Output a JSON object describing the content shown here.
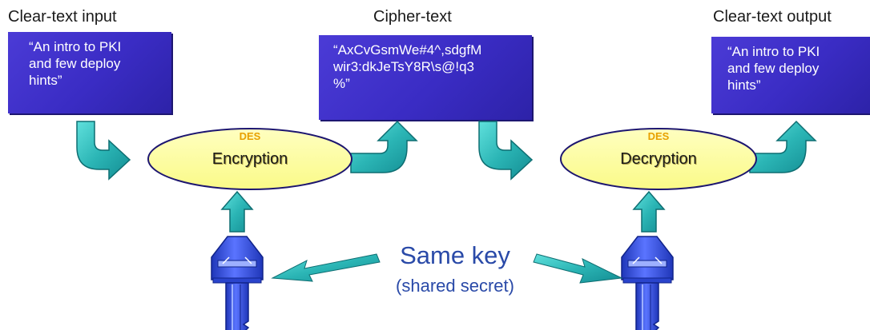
{
  "labels": {
    "input": "Clear-text input",
    "cipher": "Cipher-text",
    "output": "Clear-text output"
  },
  "boxes": {
    "input": "“An intro to PKI\nand few deploy\nhints”",
    "cipher": "“AxCvGsmWe#4^,sdgfM\nwir3:dkJeTsY8R\\s@!q3\n%”",
    "output": "“An intro to PKI\nand few deploy\nhints”"
  },
  "processes": {
    "encryption": {
      "algo": "DES",
      "label": "Encryption"
    },
    "decryption": {
      "algo": "DES",
      "label": "Decryption"
    }
  },
  "key_note": {
    "title": "Same key",
    "subtitle": "(shared secret)"
  },
  "colors": {
    "box": "#3a2cc4",
    "ellipse": "#ffff99",
    "arrow": "#2bb5b5",
    "key": "#3a50d8",
    "note_text": "#2a4aa8"
  }
}
